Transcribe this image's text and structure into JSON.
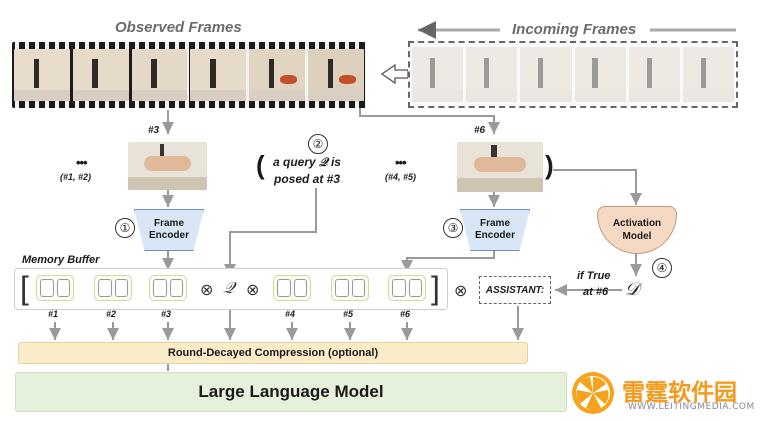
{
  "titles": {
    "observed": "Observed Frames",
    "incoming": "Incoming Frames",
    "memory_buffer": "Memory Buffer"
  },
  "frames": {
    "sample_a_id": "#3",
    "sample_b_id": "#6",
    "ellipsis": "•••",
    "prior_ids": "(#1, #2)",
    "between_ids": "(#4, #5)"
  },
  "query": {
    "open_paren": "(",
    "close_paren": ")",
    "line1": "a query 𝒬 is",
    "line2": "posed at #3"
  },
  "steps": [
    "①",
    "②",
    "③",
    "④"
  ],
  "encoder": {
    "label_line1": "Frame",
    "label_line2": "Encoder"
  },
  "activation": {
    "label_line1": "Activation",
    "label_line2": "Model"
  },
  "buffer": {
    "slot_labels": [
      "#1",
      "#2",
      "#3",
      "#4",
      "#5",
      "#6"
    ],
    "otimes": "⊗",
    "query_symbol": "𝒬",
    "open_bracket": "[",
    "close_bracket": "]"
  },
  "trigger": {
    "line1": "if True",
    "line2": "at #6",
    "decision_symbol": "𝒟"
  },
  "assistant_label": "ASSISTANT:",
  "compression_label": "Round-Decayed Compression (optional)",
  "llm_label": "Large Language Model",
  "watermark": {
    "cn": "雷霆软件园",
    "url": "WWW.LEITINGMEDIA.COM"
  }
}
